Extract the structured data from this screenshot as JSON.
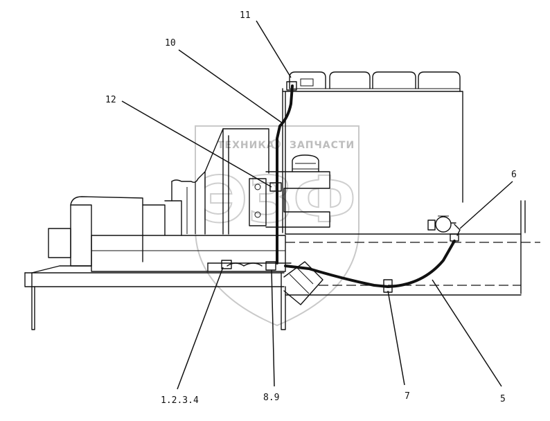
{
  "watermark": {
    "top_text": "ТЕХНИКА",
    "top_text_right": "ЗАПЧАСТИ",
    "logo_letters": "ЭЗФ"
  },
  "callouts": [
    {
      "id": "c11",
      "label": "11"
    },
    {
      "id": "c10",
      "label": "10"
    },
    {
      "id": "c12",
      "label": "12"
    },
    {
      "id": "c6",
      "label": "6"
    },
    {
      "id": "c1234",
      "label": "1.2.3.4"
    },
    {
      "id": "c89",
      "label": "8.9"
    },
    {
      "id": "c7",
      "label": "7"
    },
    {
      "id": "c5",
      "label": "5"
    }
  ]
}
